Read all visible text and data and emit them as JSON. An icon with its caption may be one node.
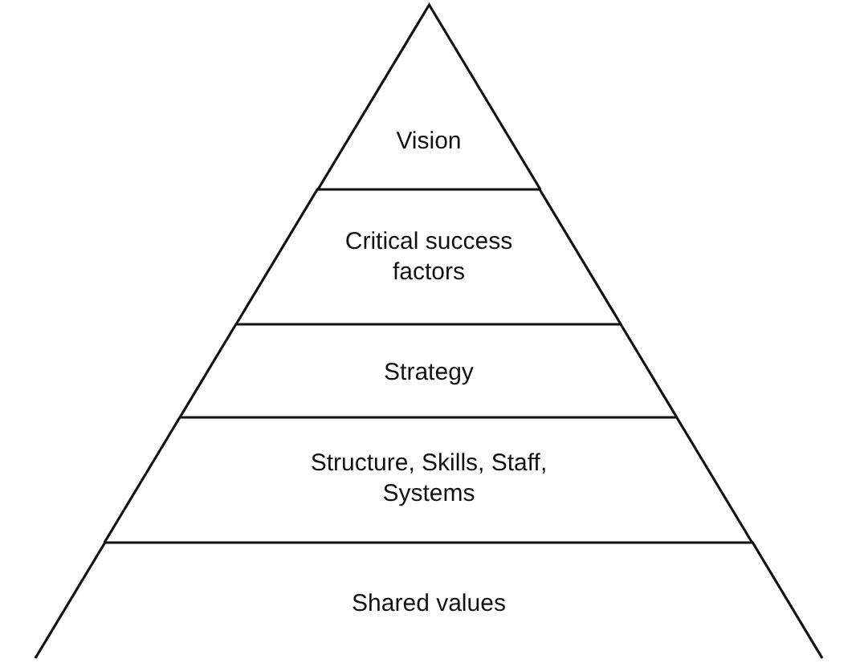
{
  "diagram": {
    "nodes": [
      {
        "text": [
          "Vision"
        ]
      },
      {
        "text": [
          "Critical success factors"
        ]
      },
      {
        "text": [
          "Strategy"
        ]
      },
      {
        "text": [
          "Structure, Skills, Staff, Systems"
        ]
      },
      {
        "text": [
          "Shared values"
        ]
      }
    ]
  }
}
